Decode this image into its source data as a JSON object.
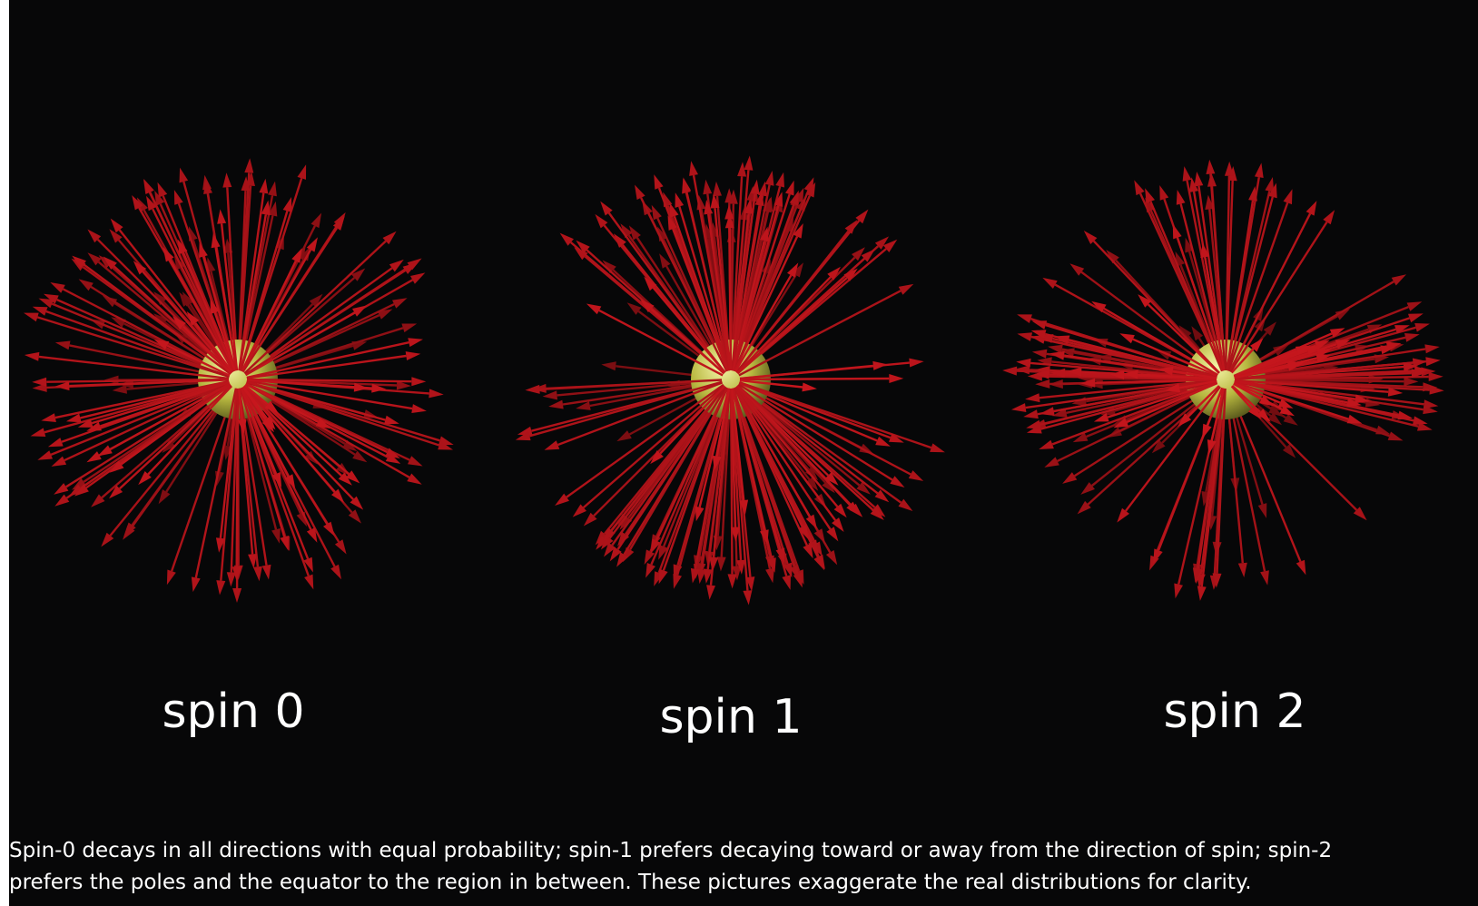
{
  "background_color": "#070708",
  "arrow_color": "#c8161d",
  "sphere_color": "#c8c84a",
  "panels": [
    {
      "label": "spin 0",
      "distribution": "isotropic"
    },
    {
      "label": "spin 1",
      "distribution": "poles"
    },
    {
      "label": "spin 2",
      "distribution": "poles-and-equator"
    }
  ],
  "caption": {
    "line1": "Spin-0 decays in all directions with equal probability; spin-1 prefers decaying toward or away from the direction of spin; spin-2",
    "line2": "prefers the poles and the equator to the region in between. These pictures exaggerate the real distributions for clarity."
  }
}
